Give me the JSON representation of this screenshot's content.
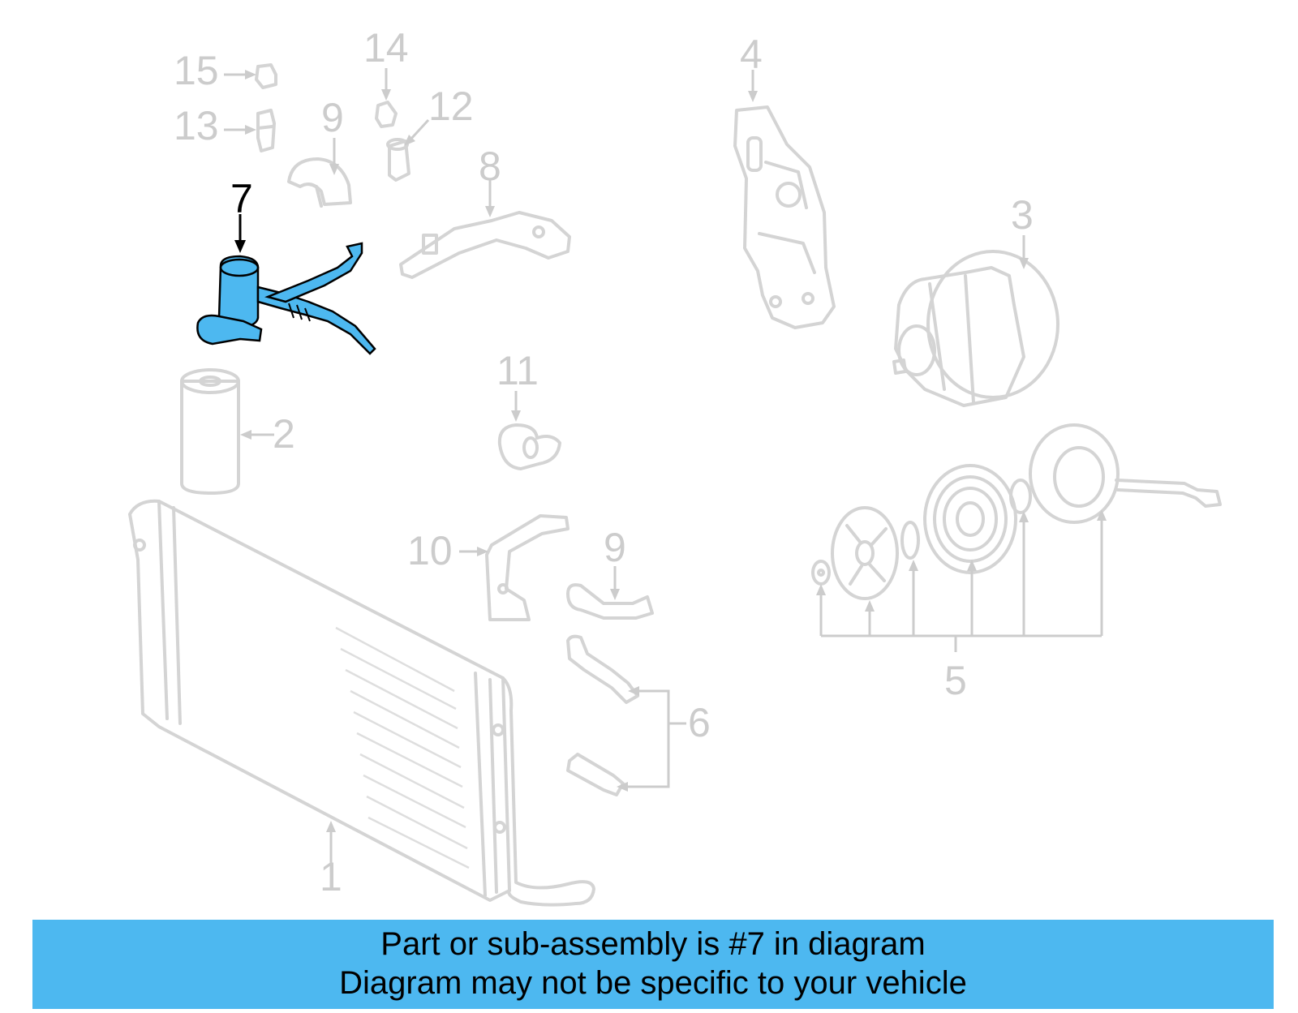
{
  "callouts": {
    "c1": "1",
    "c2": "2",
    "c3": "3",
    "c4": "4",
    "c5": "5",
    "c6": "6",
    "c7": "7",
    "c8": "8",
    "c9a": "9",
    "c9b": "9",
    "c10": "10",
    "c11": "11",
    "c12": "12",
    "c13": "13",
    "c14": "14",
    "c15": "15"
  },
  "highlighted_part": "7",
  "colors": {
    "highlight_fill": "#4db8f0",
    "inactive_line": "#d4d4d4",
    "banner": "#4db8f0"
  },
  "banner": {
    "line1": "Part or sub-assembly is #7 in diagram",
    "line2": "Diagram may not be specific to your vehicle"
  }
}
